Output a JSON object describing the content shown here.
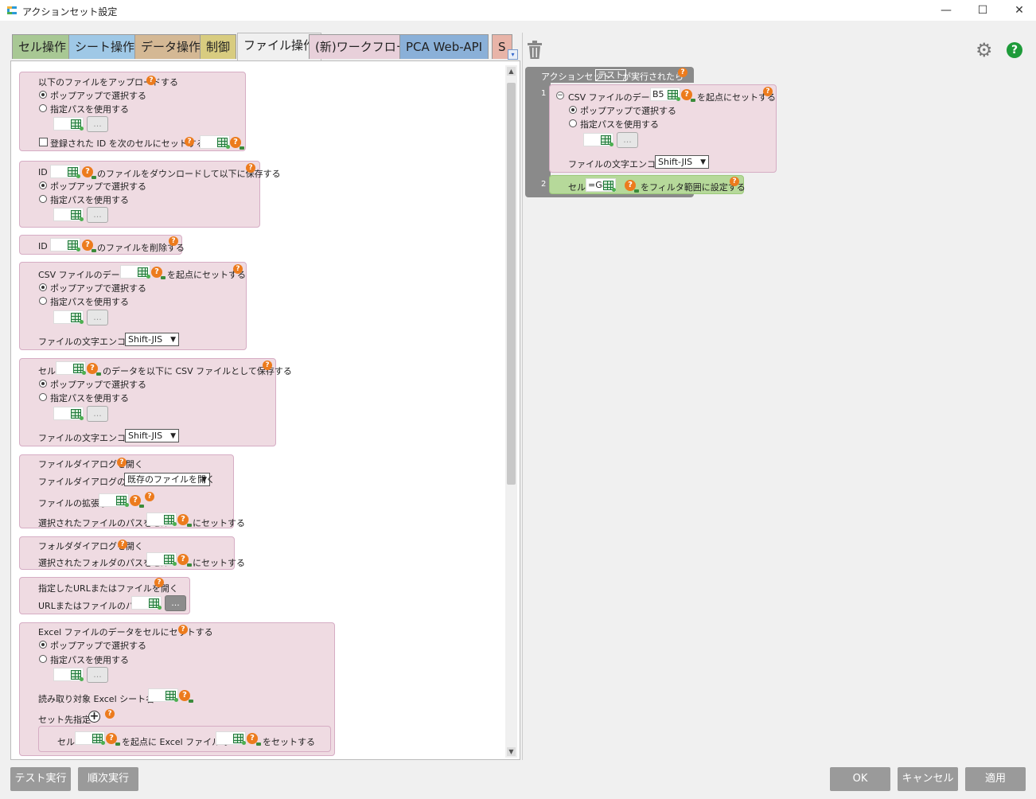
{
  "window": {
    "title": "アクションセット設定",
    "minimize": "—",
    "maximize": "☐",
    "close": "✕"
  },
  "tabs": [
    {
      "label": "セル操作",
      "color": "#a8c894"
    },
    {
      "label": "シート操作",
      "color": "#9fc8e6"
    },
    {
      "label": "データ操作",
      "color": "#d4b894"
    },
    {
      "label": "制御",
      "color": "#d8cc80"
    },
    {
      "label": "ファイル操作",
      "color": "#efdbe2"
    },
    {
      "label": "(新)ワークフロー",
      "color": "#e8d0da"
    },
    {
      "label": "PCA Web-API",
      "color": "#8ab0d8"
    },
    {
      "label": "S",
      "color": "#e8b4a8"
    }
  ],
  "tab_scroll": "▾",
  "q": "?",
  "dots": "...",
  "plus": "+",
  "collapse": "−",
  "scroll": {
    "up": "▲",
    "down": "▼"
  },
  "radio_popup": "ポップアップで選択する",
  "radio_path": "指定パスを使用する",
  "encoding_label": "ファイルの文字エンコード",
  "encoding_value": "Shift-JIS",
  "arrow": "▼",
  "blocks": {
    "upload": {
      "title": "以下のファイルをアップロードする",
      "register": "登録された ID を次のセルにセットする"
    },
    "download": {
      "id": "ID",
      "title": "のファイルをダウンロードして以下に保存する"
    },
    "delete": {
      "id": "ID",
      "title": "のファイルを削除する"
    },
    "csv_read": {
      "prefix": "CSV ファイルのデータを",
      "suffix": "を起点にセットする"
    },
    "csv_save": {
      "prefix": "セル",
      "suffix": "のデータを以下に CSV ファイルとして保存する"
    },
    "file_dialog": {
      "title": "ファイルダイアログを開く",
      "type_label": "ファイルダイアログの種類",
      "type_value": "既存のファイルを開く",
      "ext_label": "ファイルの拡張子",
      "path_label": "選択されたファイルのパスをセル",
      "set_suffix": "にセットする"
    },
    "folder_dialog": {
      "title": "フォルダダイアログを開く",
      "path_label": "選択されたフォルダのパスをセル",
      "set_suffix": "にセットする"
    },
    "open_url": {
      "title": "指定したURLまたはファイルを開く",
      "path_label": "URLまたはファイルのパス"
    },
    "excel": {
      "title": "Excel ファイルのデータをセルにセットする",
      "sheet_label": "読み取り対象 Excel シート名",
      "target_label": "セット先指定",
      "row_cell": "セル",
      "row_mid": "を起点に Excel ファイルの",
      "row_suffix": "をセットする"
    }
  },
  "actionset": {
    "header_prefix": "アクションセット",
    "name": "テスト",
    "header_suffix": "が実行されたら",
    "rows": [
      {
        "num": "1",
        "prefix": "CSV ファイルのデータを",
        "cell": "B5",
        "suffix": "を起点にセットする"
      },
      {
        "num": "2",
        "prefix": "セル",
        "cell": "=G8",
        "suffix": "をフィルタ範囲に設定する"
      }
    ]
  },
  "buttons": {
    "test_run": "テスト実行",
    "seq_run": "順次実行",
    "ok": "OK",
    "cancel": "キャンセル",
    "apply": "適用"
  },
  "colors": {
    "block_pink": "#efdbe2",
    "block_green": "#b6d99a",
    "help_orange": "#ec7b1d",
    "help_green": "#1e9b3a",
    "header_gray": "#8a8a8a"
  }
}
